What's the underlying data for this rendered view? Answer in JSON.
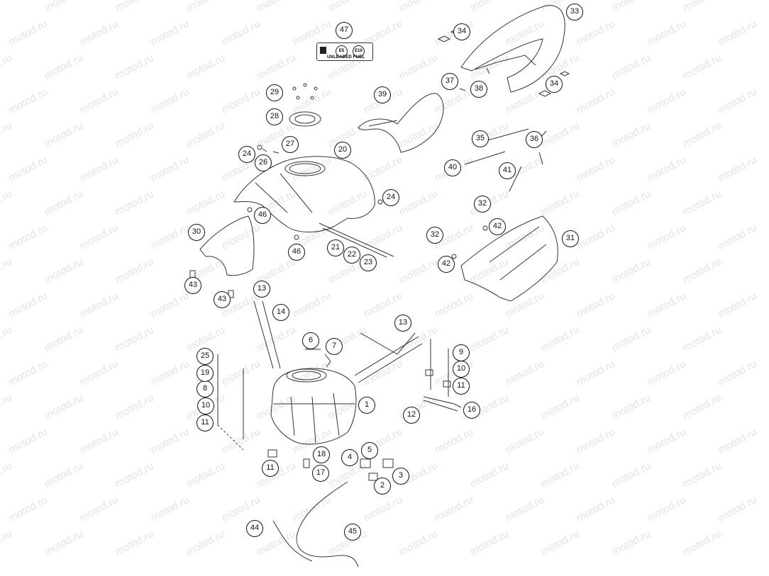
{
  "watermark": "motod.ru",
  "fuel_label": {
    "badge_1": "E5",
    "badge_2": "E10",
    "text": "UNLEADED FUEL"
  },
  "callouts": [
    {
      "id": "c1",
      "label": "1"
    },
    {
      "id": "c2",
      "label": "2"
    },
    {
      "id": "c3",
      "label": "3"
    },
    {
      "id": "c4",
      "label": "4"
    },
    {
      "id": "c5",
      "label": "5"
    },
    {
      "id": "c6",
      "label": "6"
    },
    {
      "id": "c7",
      "label": "7"
    },
    {
      "id": "c8",
      "label": "8"
    },
    {
      "id": "c9",
      "label": "9"
    },
    {
      "id": "c10a",
      "label": "10"
    },
    {
      "id": "c10b",
      "label": "10"
    },
    {
      "id": "c11a",
      "label": "11"
    },
    {
      "id": "c11b",
      "label": "11"
    },
    {
      "id": "c11c",
      "label": "11"
    },
    {
      "id": "c12",
      "label": "12"
    },
    {
      "id": "c13a",
      "label": "13"
    },
    {
      "id": "c13b",
      "label": "13"
    },
    {
      "id": "c14",
      "label": "14"
    },
    {
      "id": "c16",
      "label": "16"
    },
    {
      "id": "c17",
      "label": "17"
    },
    {
      "id": "c18",
      "label": "18"
    },
    {
      "id": "c19",
      "label": "19"
    },
    {
      "id": "c20",
      "label": "20"
    },
    {
      "id": "c21",
      "label": "21"
    },
    {
      "id": "c22",
      "label": "22"
    },
    {
      "id": "c23",
      "label": "23"
    },
    {
      "id": "c24a",
      "label": "24"
    },
    {
      "id": "c24b",
      "label": "24"
    },
    {
      "id": "c25",
      "label": "25"
    },
    {
      "id": "c26",
      "label": "26"
    },
    {
      "id": "c27",
      "label": "27"
    },
    {
      "id": "c28",
      "label": "28"
    },
    {
      "id": "c29",
      "label": "29"
    },
    {
      "id": "c30",
      "label": "30"
    },
    {
      "id": "c31",
      "label": "31"
    },
    {
      "id": "c32a",
      "label": "32"
    },
    {
      "id": "c32b",
      "label": "32"
    },
    {
      "id": "c33",
      "label": "33"
    },
    {
      "id": "c34a",
      "label": "34"
    },
    {
      "id": "c34b",
      "label": "34"
    },
    {
      "id": "c35",
      "label": "35"
    },
    {
      "id": "c36",
      "label": "36"
    },
    {
      "id": "c37",
      "label": "37"
    },
    {
      "id": "c38",
      "label": "38"
    },
    {
      "id": "c39",
      "label": "39"
    },
    {
      "id": "c40",
      "label": "40"
    },
    {
      "id": "c41",
      "label": "41"
    },
    {
      "id": "c42a",
      "label": "42"
    },
    {
      "id": "c42b",
      "label": "42"
    },
    {
      "id": "c43a",
      "label": "43"
    },
    {
      "id": "c43b",
      "label": "43"
    },
    {
      "id": "c44",
      "label": "44"
    },
    {
      "id": "c45",
      "label": "45"
    },
    {
      "id": "c46a",
      "label": "46"
    },
    {
      "id": "c46b",
      "label": "46"
    },
    {
      "id": "c47",
      "label": "47"
    }
  ]
}
